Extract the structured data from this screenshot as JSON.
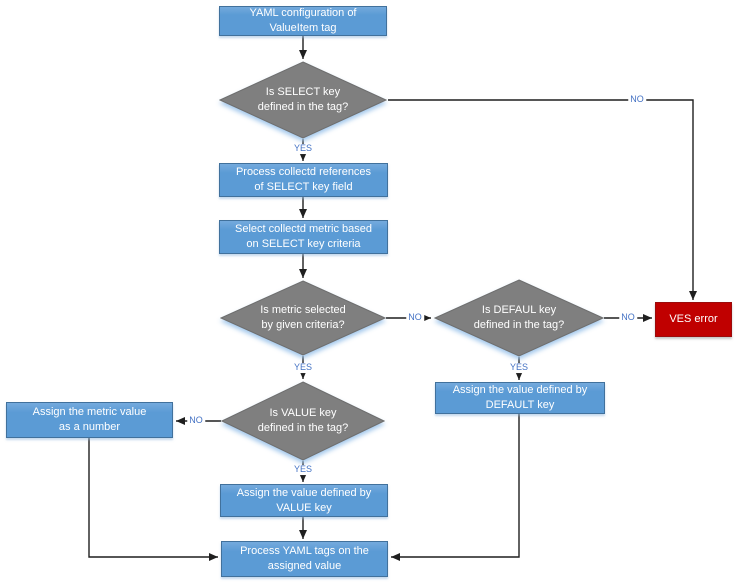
{
  "nodes": {
    "start": {
      "text": "YAML configuration of\nValueItem tag"
    },
    "d_select": {
      "text": "Is SELECT key\ndefined in the tag?"
    },
    "p_refs": {
      "text": "Process collectd references\nof SELECT key field"
    },
    "p_select_metric": {
      "text": "Select collectd metric based\non SELECT key criteria"
    },
    "d_metric": {
      "text": "Is metric selected\nby given criteria?"
    },
    "d_default": {
      "text": "Is DEFAUL key\ndefined in the tag?"
    },
    "ves_error": {
      "text": "VES error"
    },
    "p_default": {
      "text": "Assign the value defined by\nDEFAULT key"
    },
    "d_value": {
      "text": "Is VALUE key\ndefined in the tag?"
    },
    "p_metric_number": {
      "text": "Assign the metric value\nas a number"
    },
    "p_value": {
      "text": "Assign the value defined by\nVALUE key"
    },
    "p_process_tags": {
      "text": "Process YAML tags on the\nassigned value"
    }
  },
  "edge_labels": {
    "select_yes": "YES",
    "select_no": "NO",
    "metric_yes": "YES",
    "metric_no": "NO",
    "default_yes": "YES",
    "default_no": "NO",
    "value_yes": "YES",
    "value_no": "NO"
  },
  "colors": {
    "process_fill": "#5B9BD5",
    "process_border": "#41719C",
    "decision_fill": "#7F7F7F",
    "decision_border": "#6E6E6E",
    "error_fill": "#C00000",
    "error_border": "#9B0B0B",
    "edge_label": "#4472C4",
    "line": "#1F1F1F"
  }
}
